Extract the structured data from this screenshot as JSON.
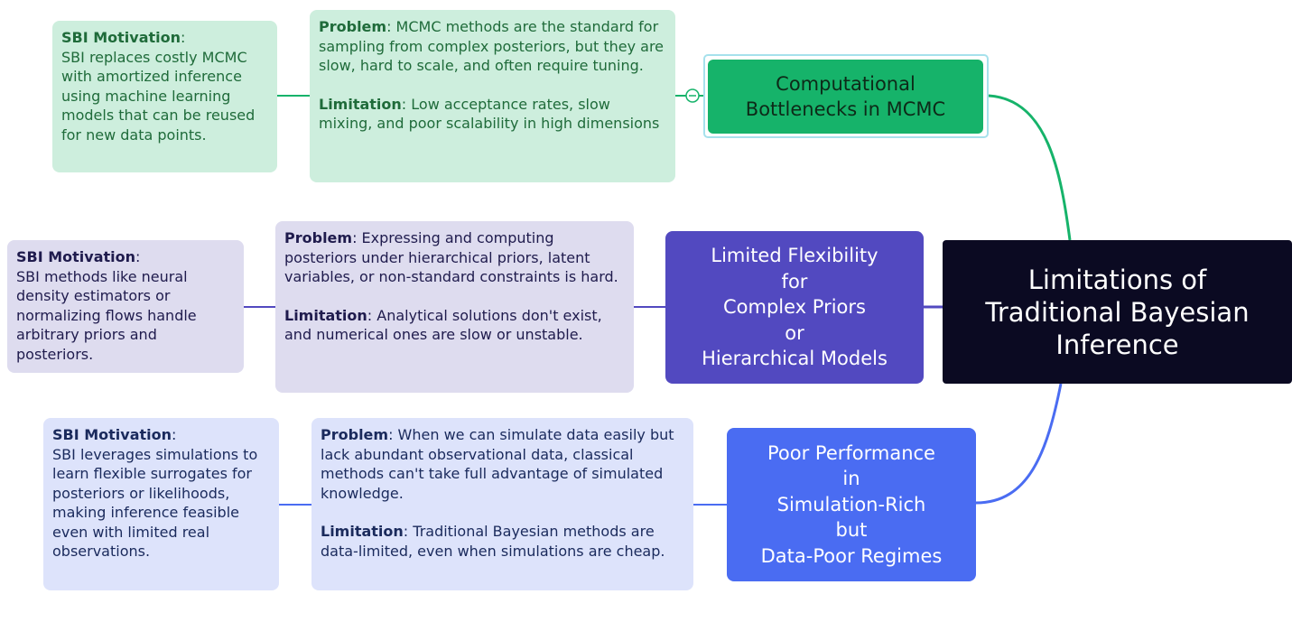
{
  "root": {
    "lines": [
      "Limitations of",
      "Traditional Bayesian",
      "Inference"
    ]
  },
  "branches": [
    {
      "lines": [
        "Computational",
        "Bottlenecks in MCMC"
      ],
      "color": "#16b36a",
      "problem_label": "Problem",
      "problem_text": ": MCMC methods are the standard for sampling from complex posteriors, but they are slow, hard to scale, and often require tuning.",
      "limitation_label": "Limitation",
      "limitation_text": ": Low acceptance rates, slow mixing, and poor scalability in high dimensions",
      "motivation_label": "SBI Motivation",
      "motivation_text": "SBI replaces costly MCMC with amortized inference using machine learning models that can be reused for new data points."
    },
    {
      "lines": [
        "Limited Flexibility",
        "for",
        "Complex Priors",
        "or",
        "Hierarchical Models"
      ],
      "color": "#5249c0",
      "problem_label": "Problem",
      "problem_text": ": Expressing and computing posteriors under hierarchical priors, latent variables, or non-standard constraints is hard.",
      "limitation_label": "Limitation",
      "limitation_text": ": Analytical solutions don't exist, and numerical ones are slow or unstable.",
      "motivation_label": "SBI Motivation",
      "motivation_text": "SBI methods like neural density estimators or normalizing flows handle arbitrary priors and posteriors."
    },
    {
      "lines": [
        "Poor Performance",
        "in",
        "Simulation-Rich",
        "but",
        "Data-Poor Regimes"
      ],
      "color": "#4a6cf2",
      "problem_label": "Problem",
      "problem_text": ": When we can simulate data easily but lack abundant observational data, classical methods can't take full advantage of simulated knowledge.",
      "limitation_label": "Limitation",
      "limitation_text": ": Traditional Bayesian methods are data-limited, even when simulations are cheap.",
      "motivation_label": "SBI Motivation",
      "motivation_text": "SBI leverages simulations to learn flexible surrogates for posteriors or likelihoods, making inference feasible even with limited real observations."
    }
  ]
}
